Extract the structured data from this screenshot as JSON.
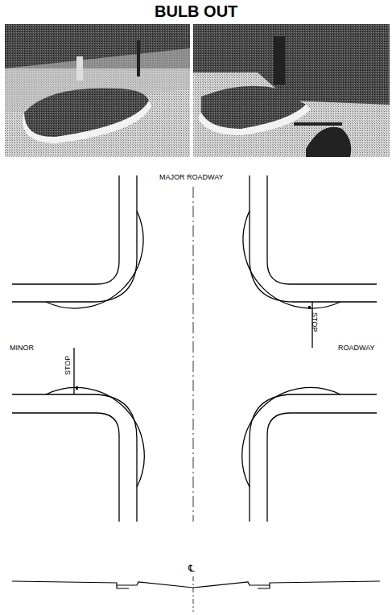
{
  "diagram": {
    "title": "BULB OUT",
    "labels": [
      "MAJOR ROADWAY",
      "MINOR",
      "ROADWAY",
      "STOP",
      "STOP",
      "℄"
    ]
  }
}
